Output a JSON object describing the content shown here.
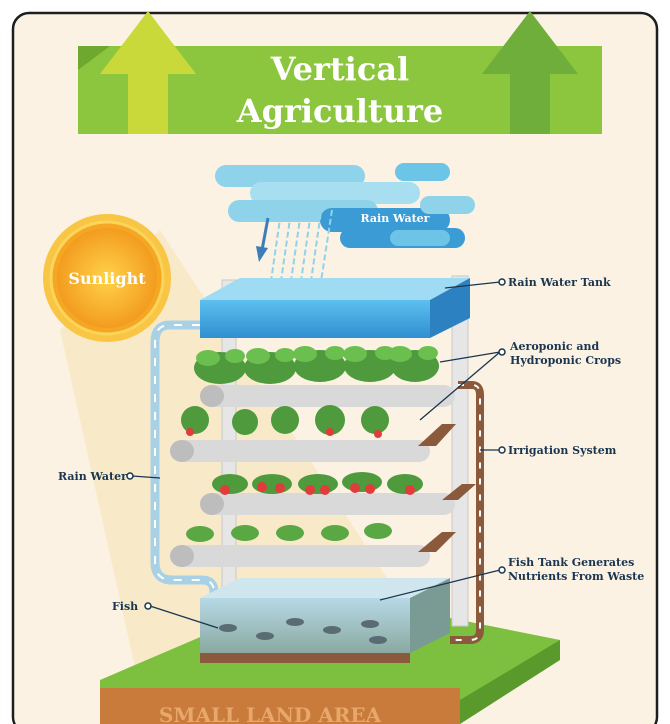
{
  "title": {
    "line1": "Vertical",
    "line2": "Agriculture"
  },
  "labels": {
    "sunlight": "Sunlight",
    "rain_water_cloud": "Rain Water",
    "rain_water_tank": "Rain Water Tank",
    "crops_line1": "Aeroponic and",
    "crops_line2": "Hydroponic Crops",
    "irrigation": "Irrigation System",
    "rain_water_pipe": "Rain Water",
    "fish_tank_line1": "Fish Tank Generates",
    "fish_tank_line2": "Nutrients From Waste",
    "fish": "Fish",
    "ground": "SMALL LAND AREA"
  },
  "colors": {
    "background": "#fbf2e3",
    "frame": "#1e1e1e",
    "banner": "#8cc63f",
    "arrow": "#c9d93a",
    "title_text": "#ffffff",
    "cloud": "#7ccde6",
    "cloud_dark": "#3a9bd5",
    "water": "#5fb8e6",
    "pipe": "#dcdcdc",
    "pipe_brown": "#8b5a3c",
    "leaf": "#5aa844",
    "strawberry": "#e23b3b",
    "sun": "#f7b731",
    "ground_top": "#7dbf3f",
    "ground_soil": "#c87b3b",
    "label_text": "#1a3550"
  }
}
